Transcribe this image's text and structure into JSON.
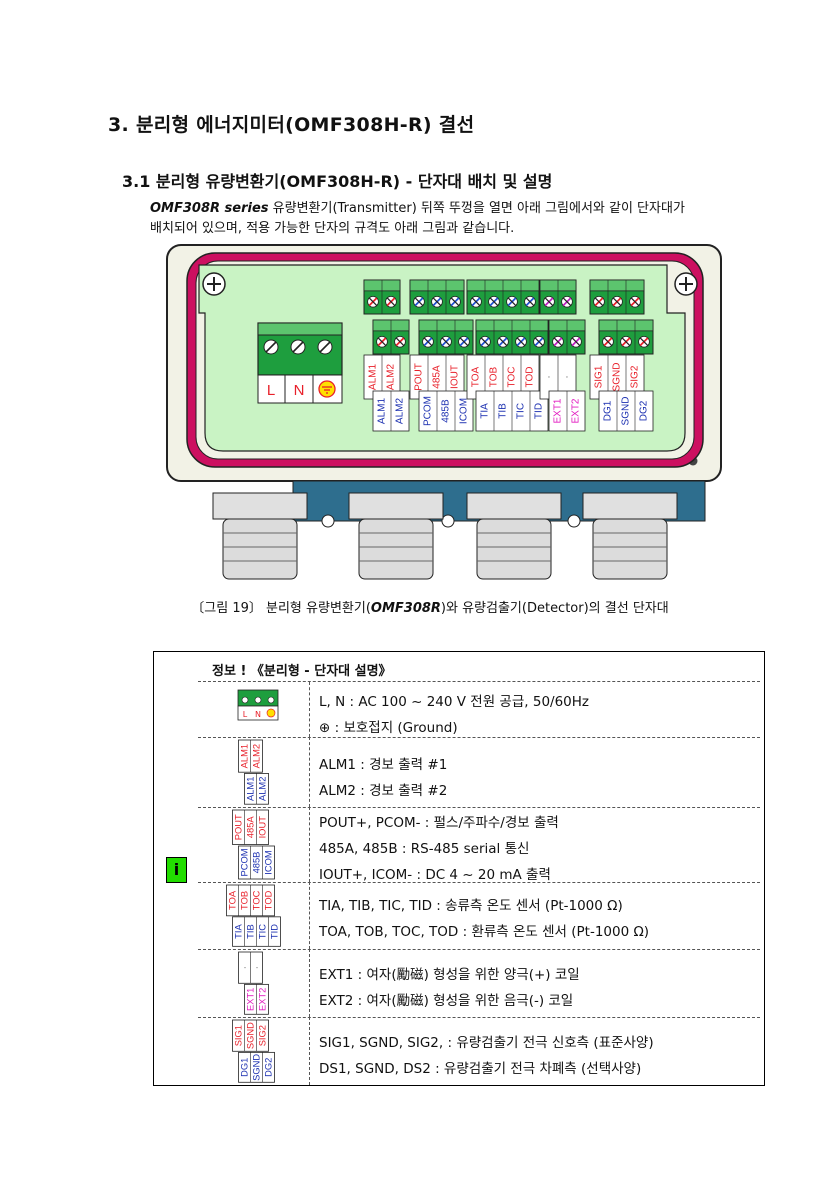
{
  "heading": "3. 분리형 에너지미터(OMF308H-R) 결선",
  "subheading": "3.1 분리형 유량변환기(OMF308H-R) - 단자대 배치 및 설명",
  "intro": {
    "model": "OMF308R series",
    "line1": " 유량변환기(Transmitter) 뒤쪽 뚜껑을 열면 아래 그림에서와 같이 단자대가",
    "line2": "배치되어 있으며, 적용 가능한 단자의 규격도 아래 그림과 같습니다."
  },
  "figure": {
    "caption_pre": "〔그림 19〕 분리형 유량변환기(",
    "caption_model": "OMF308R",
    "caption_post": ")와 유량검출기(Detector)의 결선 단자대",
    "power_labels": [
      "L",
      "N"
    ],
    "alm_top": [
      "ALM1",
      "ALM2"
    ],
    "alm_bot": [
      "ALM1",
      "ALM2"
    ],
    "pout_top": [
      "POUT",
      "485A",
      "IOUT"
    ],
    "pout_bot": [
      "PCOM",
      "485B",
      "ICOM"
    ],
    "temp_top": [
      "TOA",
      "TOB",
      "TOC",
      "TOD"
    ],
    "temp_bot": [
      "TIA",
      "TIB",
      "TIC",
      "TID"
    ],
    "ext_top": [
      "·",
      "·"
    ],
    "ext_bot": [
      "EXT1",
      "EXT2"
    ],
    "sig_top": [
      "SIG1",
      "SGND",
      "SIG2"
    ],
    "sig_bot": [
      "DG1",
      "SGND",
      "DG2"
    ]
  },
  "info": {
    "title": "정보 ! 《분리형 - 단자대 설명》",
    "icon_letter": "i",
    "power_line1": "L, N : AC 100 ~ 240 V 전원 공급, 50/60Hz",
    "power_line2": "⊕ : 보호접지 (Ground)",
    "alarm_line1": "ALM1 : 경보 출력 #1",
    "alarm_line2": "ALM2 : 경보 출력 #2",
    "output_line1": "POUT+, PCOM- : 펄스/주파수/경보 출력",
    "output_line2": "485A, 485B : RS-485 serial 통신",
    "output_line3": "IOUT+, ICOM- : DC 4 ~ 20 mA 출력",
    "temp_line1": "TIA, TIB, TIC, TID : 송류측 온도 센서 (Pt-1000 Ω)",
    "temp_line2": "TOA, TOB, TOC, TOD : 환류측 온도 센서 (Pt-1000 Ω)",
    "ext_line1": "EXT1 : 여자(勵磁) 형성을 위한 양극(+) 코일",
    "ext_line2": "EXT2 : 여자(勵磁) 형성을 위한 음극(-) 코일",
    "sig_line1": "SIG1, SGND, SIG2, : 유량검출기 전극 신호측 (표준사양)",
    "sig_line2": "DS1, SGND, DS2 : 유량검출기 전극 차폐측 (선택사양)"
  },
  "colors": {
    "top_label": "#e8202a",
    "bottom_label": "#1b2fb0",
    "ext_label": "#e21cc0",
    "terminal_green": "#1e9e3e",
    "board_green": "#c9f3c4",
    "gasket_magenta": "#cc1060",
    "housing": "#f2f2e6",
    "gland_blue": "#2e6e8e"
  }
}
